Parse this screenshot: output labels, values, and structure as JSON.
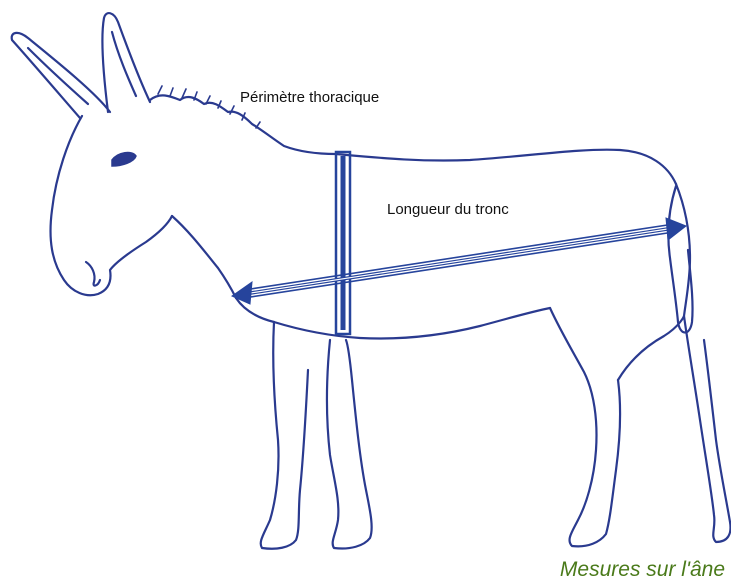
{
  "labels": {
    "girth": "Périmètre thoracique",
    "length": "Longueur du tronc"
  },
  "caption": "Mesures sur l'âne",
  "colors": {
    "outline": "#2a3a8f",
    "measure": "#26449c",
    "caption": "#4a7a1a",
    "text": "#111111"
  }
}
